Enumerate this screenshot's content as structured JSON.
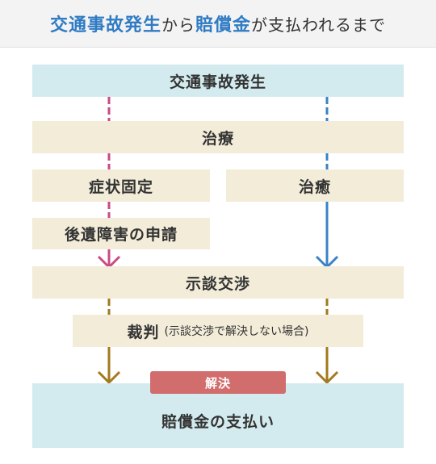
{
  "header": {
    "part1": "交通事故発生",
    "part2": "から",
    "part3": "賠償金",
    "part4": "が支払われるまで"
  },
  "flow": {
    "start": "交通事故発生",
    "treatment": "治療",
    "symptom_fixed": "症状固定",
    "cured": "治癒",
    "disability_application": "後遺障害の申請",
    "settlement": "示談交渉",
    "trial": "裁判",
    "trial_note": "(示談交渉で解決しない場合)",
    "resolution_badge": "解決",
    "payment": "賠償金の支払い"
  },
  "colors": {
    "pink_path": "#c94a86",
    "blue_path": "#3b82c4",
    "brown_path": "#a37a1e",
    "teal_box": "#d3ebee",
    "beige_box": "#f2ecd9",
    "badge": "#d26d6d",
    "header_accent": "#2f7bc4"
  }
}
